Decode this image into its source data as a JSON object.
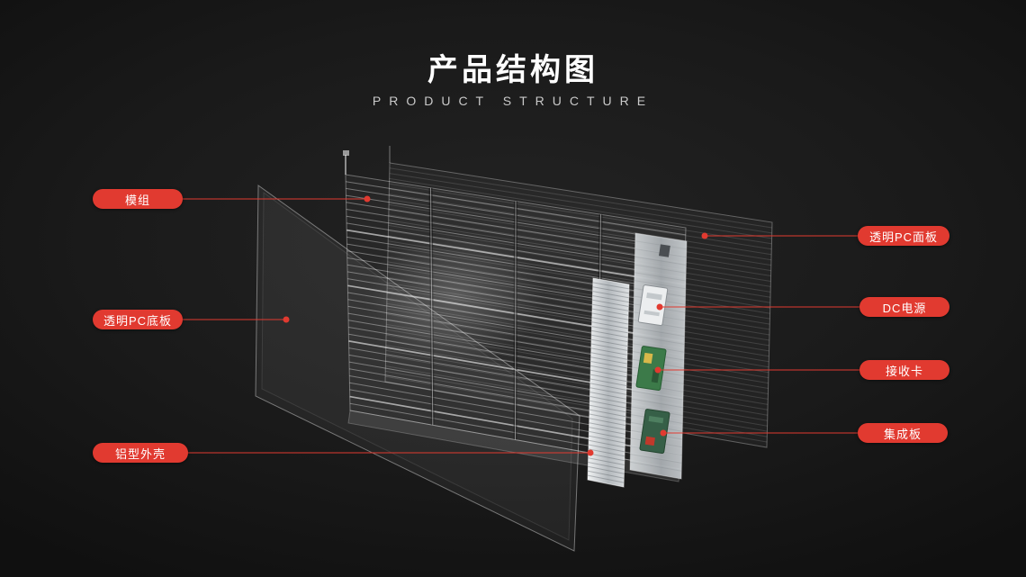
{
  "page": {
    "title": "产品结构图",
    "subtitle": "PRODUCT STRUCTURE"
  },
  "colors": {
    "accent": "#e13a30",
    "background": "#1a1a1a",
    "text": "#ffffff"
  },
  "callouts": {
    "left": [
      {
        "label": "模组"
      },
      {
        "label": "透明PC底板"
      },
      {
        "label": "铝型外壳"
      }
    ],
    "right": [
      {
        "label": "透明PC面板"
      },
      {
        "label": "DC电源"
      },
      {
        "label": "接收卡"
      },
      {
        "label": "集成板"
      }
    ]
  }
}
